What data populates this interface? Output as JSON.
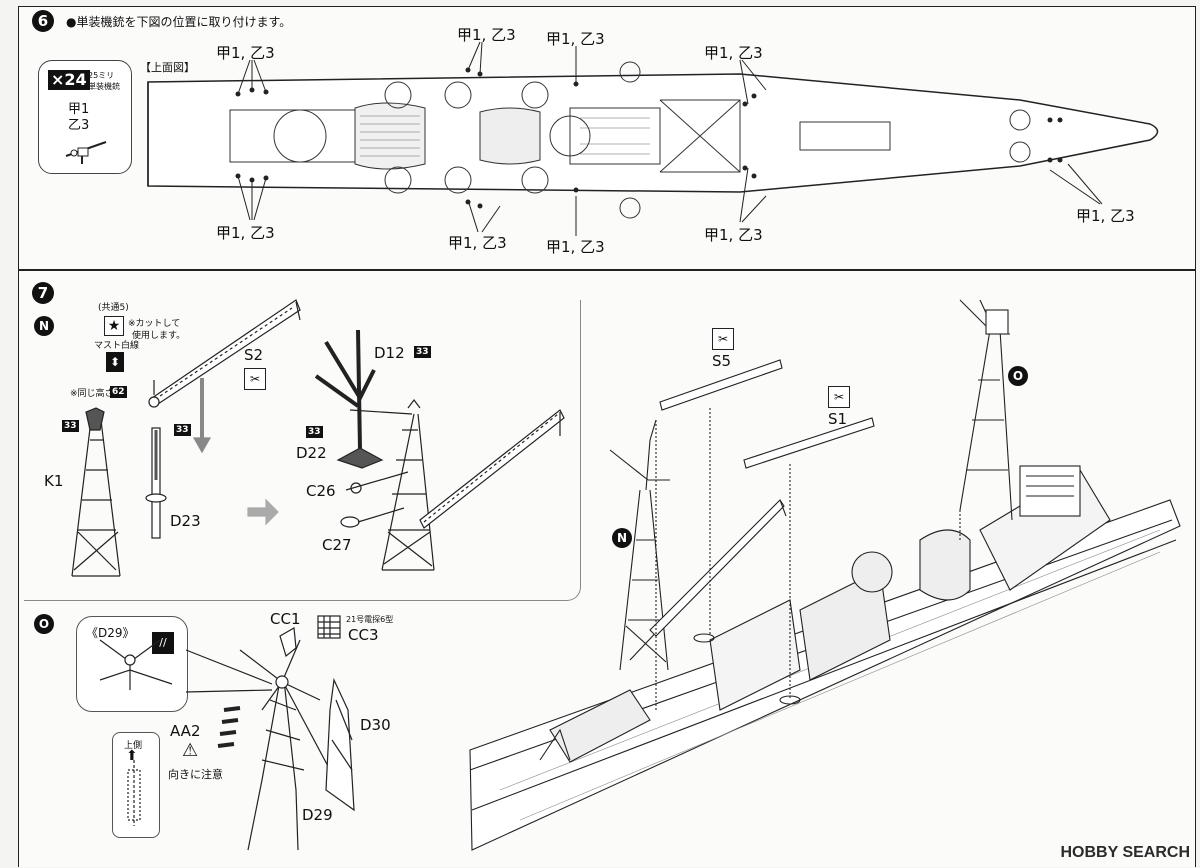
{
  "step6": {
    "number": "6",
    "instruction": "●単装機銃を下図の位置に取り付けます。",
    "top_view_label": "【上面図】",
    "parts_box": {
      "count": "×24",
      "size_note": "25ミリ",
      "type_note": "単装機銃",
      "line1": "甲1",
      "line2": "乙3"
    },
    "callout": "甲1, 乙3",
    "callout_top_right": "甲1, 乙3"
  },
  "step7": {
    "number": "7",
    "sub_n": "N",
    "sub_o": "O",
    "common_note": "(共通5)",
    "cut_note_1": "※カットして",
    "cut_note_2": "使用します。",
    "mast_white_line": "マスト白線",
    "same_height": "※同じ高さ",
    "tag_62": "62",
    "tag_33": "33",
    "part_s2": "S2",
    "part_k1": "K1",
    "part_d23": "D23",
    "part_d12": "D12",
    "part_d22": "D22",
    "part_c26": "C26",
    "part_c27": "C27",
    "part_s5": "S5",
    "part_s1": "S1",
    "part_d29_bracket": "《D29》",
    "part_cc1": "CC1",
    "radar_note": "21号電探6型",
    "part_cc3": "CC3",
    "part_aa2": "AA2",
    "caution": "向きに注意",
    "upper_side": "上側",
    "part_d30": "D30",
    "part_d29": "D29"
  },
  "watermark": "HOBBY SEARCH"
}
